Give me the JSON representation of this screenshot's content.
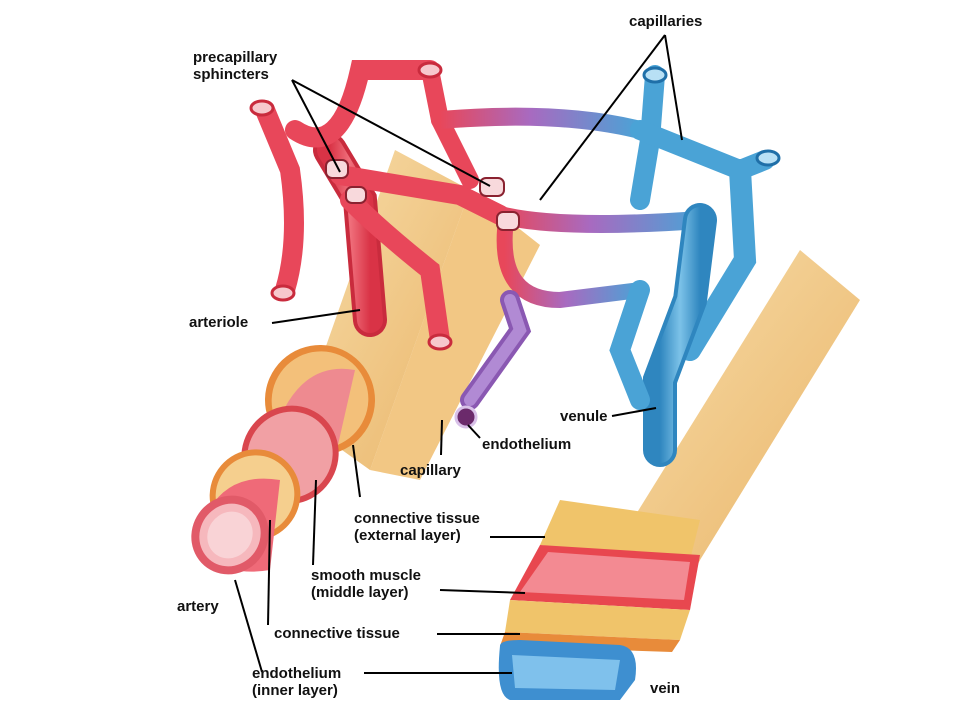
{
  "labels": {
    "precapillary_sphincters": [
      "precapillary",
      "sphincters"
    ],
    "capillaries": "capillaries",
    "arteriole": "arteriole",
    "venule": "venule",
    "endothelium_capillary": "endothelium",
    "capillary": "capillary",
    "connective_tissue_external": [
      "connective tissue",
      "(external layer)"
    ],
    "smooth_muscle": [
      "smooth muscle",
      "(middle layer)"
    ],
    "artery": "artery",
    "connective_tissue": "connective tissue",
    "endothelium_inner": [
      "endothelium",
      "(inner layer)"
    ],
    "vein": "vein"
  },
  "colors": {
    "arterial_red": "#e8475a",
    "capillary_purple": "#9a6bc2",
    "venous_blue": "#4aa3d6",
    "connective_yellow": "#f0c46a",
    "muscle_pink": "#e9848b"
  }
}
